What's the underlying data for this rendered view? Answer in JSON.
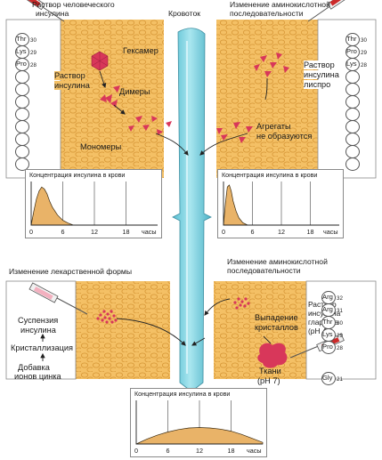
{
  "titles": {
    "top_left": [
      "Раствор человеческого",
      "инсулина"
    ],
    "top_center": "Кровоток",
    "top_right": [
      "Изменение аминокислотной",
      "последовательности"
    ],
    "bottom_left": "Изменение лекарственной формы",
    "bottom_right": [
      "Изменение аминокислотной",
      "последовательности"
    ]
  },
  "labels": {
    "hexamer": "Гексамер",
    "solution": [
      "Раствор",
      "инсулина"
    ],
    "dimers": "Димеры",
    "monomers": "Мономеры",
    "lispro": [
      "Раствор",
      "инсулина",
      "лиспро"
    ],
    "aggregates": [
      "Агрегаты",
      "не образуются"
    ],
    "suspension": [
      "Суспензия",
      "инсулина"
    ],
    "crystallization": "Кристаллизация",
    "zinc": [
      "Добавка",
      "ионов цинка"
    ],
    "crystals": [
      "Выпадение",
      "кристаллов"
    ],
    "tissue_ph": [
      "Ткани",
      "(pH 7)"
    ],
    "glargine": [
      "Раствор",
      "инсулина",
      "гларгина",
      "(pH 4)"
    ]
  },
  "chains": {
    "human": [
      {
        "aa": "Thr",
        "pos": "30"
      },
      {
        "aa": "Lys",
        "pos": "29"
      },
      {
        "aa": "Pro",
        "pos": "28"
      }
    ],
    "lispro": [
      {
        "aa": "Thr",
        "pos": "30"
      },
      {
        "aa": "Pro",
        "pos": "29"
      },
      {
        "aa": "Lys",
        "pos": "28"
      }
    ],
    "glargine": [
      {
        "aa": "Arg",
        "pos": "32"
      },
      {
        "aa": "Arg",
        "pos": "31"
      },
      {
        "aa": "Thr",
        "pos": "30"
      },
      {
        "aa": "Lys",
        "pos": "29"
      },
      {
        "aa": "Pro",
        "pos": "28"
      }
    ],
    "glargine_a": {
      "aa": "Gly",
      "pos": "21"
    }
  },
  "colors": {
    "tissue": "#f4c065",
    "cell": "#d99a3a",
    "insulin": "#d8375a",
    "blood": "#7fd3e0",
    "curve": "#e9b368",
    "syringe": "#cc2a2a"
  },
  "chart_data": [
    {
      "type": "area",
      "title": "Концентрация инсулина в крови",
      "xlabel": "часы",
      "x_ticks": [
        "0",
        "6",
        "12",
        "18"
      ],
      "xlim": [
        0,
        24
      ],
      "x": [
        0,
        0.5,
        1.0,
        1.5,
        2.0,
        2.5,
        3.0,
        3.5,
        4.0,
        5.0,
        6.0,
        7.0,
        8.0
      ],
      "y": [
        0,
        0.35,
        0.65,
        0.85,
        0.95,
        0.9,
        0.78,
        0.6,
        0.45,
        0.25,
        0.12,
        0.05,
        0
      ]
    },
    {
      "type": "area",
      "title": "Концентрация инсулина в крови",
      "xlabel": "часы",
      "x_ticks": [
        "0",
        "6",
        "12",
        "18"
      ],
      "xlim": [
        0,
        24
      ],
      "x": [
        0,
        0.4,
        0.8,
        1.2,
        1.6,
        2.0,
        2.6,
        3.2,
        4.0,
        5.0
      ],
      "y": [
        0,
        0.55,
        0.95,
        1.0,
        0.85,
        0.6,
        0.35,
        0.18,
        0.06,
        0
      ]
    },
    {
      "type": "area",
      "title": "Концентрация инсулина в крови",
      "xlabel": "часы",
      "x_ticks": [
        "0",
        "6",
        "12",
        "18"
      ],
      "xlim": [
        0,
        24
      ],
      "x": [
        0,
        2,
        4,
        6,
        8,
        10,
        12,
        14,
        16,
        18,
        20,
        22,
        24
      ],
      "y": [
        0,
        0.12,
        0.22,
        0.3,
        0.36,
        0.4,
        0.41,
        0.4,
        0.37,
        0.32,
        0.24,
        0.14,
        0.04
      ]
    }
  ]
}
